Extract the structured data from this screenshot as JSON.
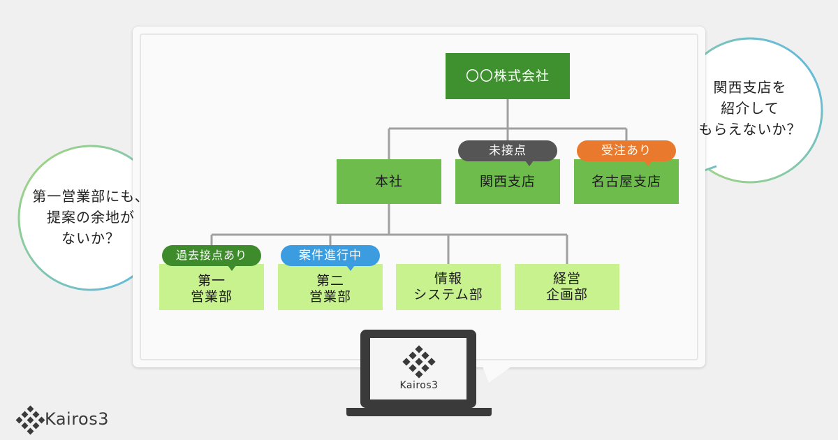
{
  "org_chart": {
    "company": "〇〇株式会社",
    "branches": [
      {
        "label": "本社",
        "tag": null
      },
      {
        "label": "関西支店",
        "tag": {
          "text": "未接点",
          "color": "#555555"
        }
      },
      {
        "label": "名古屋支店",
        "tag": {
          "text": "受注あり",
          "color": "#e9792c"
        }
      }
    ],
    "departments": [
      {
        "lines": [
          "第一",
          "営業部"
        ],
        "tag": {
          "text": "過去接点あり",
          "color": "#3d8b2b"
        }
      },
      {
        "lines": [
          "第二",
          "営業部"
        ],
        "tag": {
          "text": "案件進行中",
          "color": "#3b9de0"
        }
      },
      {
        "lines": [
          "情報",
          "システム部"
        ],
        "tag": null
      },
      {
        "lines": [
          "経営",
          "企画部"
        ],
        "tag": null
      }
    ]
  },
  "bubbles": {
    "left": [
      "第一営業部にも、",
      "提案の余地が",
      "ないか？"
    ],
    "right": [
      "関西支店を",
      "紹介して",
      "もらえないか？"
    ]
  },
  "laptop": {
    "brand": "Kairos3"
  },
  "brand": {
    "name": "Kairos3"
  },
  "colors": {
    "company": "#3f9130",
    "branch": "#6dbc4c",
    "department": "#c8f28d",
    "connector": "#a0a0a0",
    "bubble_gradient_left": "#a6d67a",
    "bubble_gradient_right": "#5bb7e6"
  }
}
